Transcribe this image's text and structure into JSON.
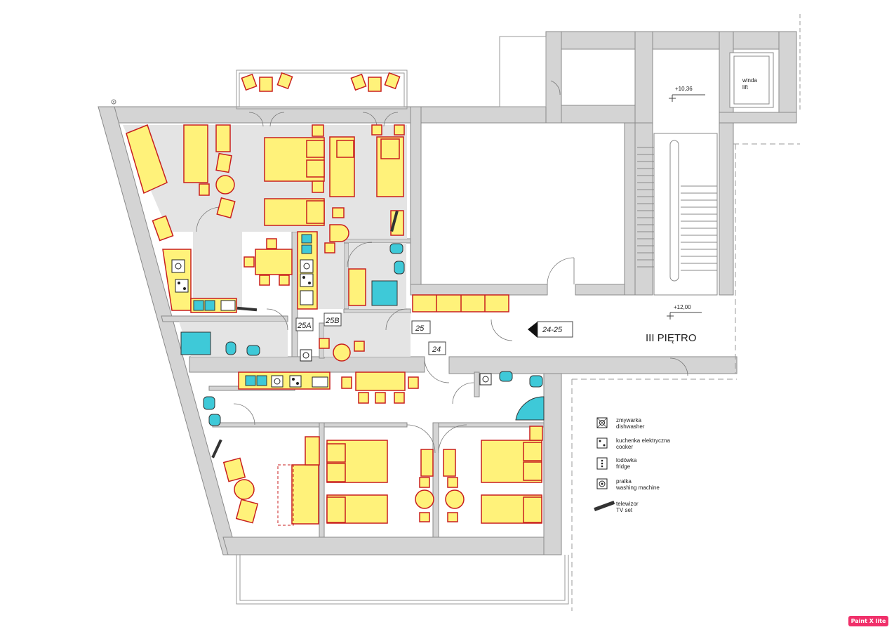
{
  "floor_label": "III PIĘTRO",
  "levels": [
    "+10,36",
    "+12,00"
  ],
  "elevator": {
    "pl": "winda",
    "en": "lift"
  },
  "room_tags": [
    "25A",
    "25B",
    "25",
    "24",
    "24-25"
  ],
  "legend": [
    {
      "icon": "dishwasher-icon",
      "pl": "zmywarka",
      "en": "dishwasher"
    },
    {
      "icon": "cooker-icon",
      "pl": "kuchenka elektryczna",
      "en": "cooker"
    },
    {
      "icon": "fridge-icon",
      "pl": "lodówka",
      "en": "fridge"
    },
    {
      "icon": "washing-machine-icon",
      "pl": "pralka",
      "en": "washing machine"
    },
    {
      "icon": "tv-icon",
      "pl": "telewizor",
      "en": "TV set"
    }
  ],
  "watermark": "Paint X lite",
  "colors": {
    "wall": "#d4d4d4",
    "wall_outline": "#8a8a8a",
    "room_fill": "#e4e4e4",
    "furniture_fill": "#fff27a",
    "furniture_stroke": "#c81e1e",
    "sanitary_fill": "#3ec9d8",
    "badge": "#f0306a"
  }
}
